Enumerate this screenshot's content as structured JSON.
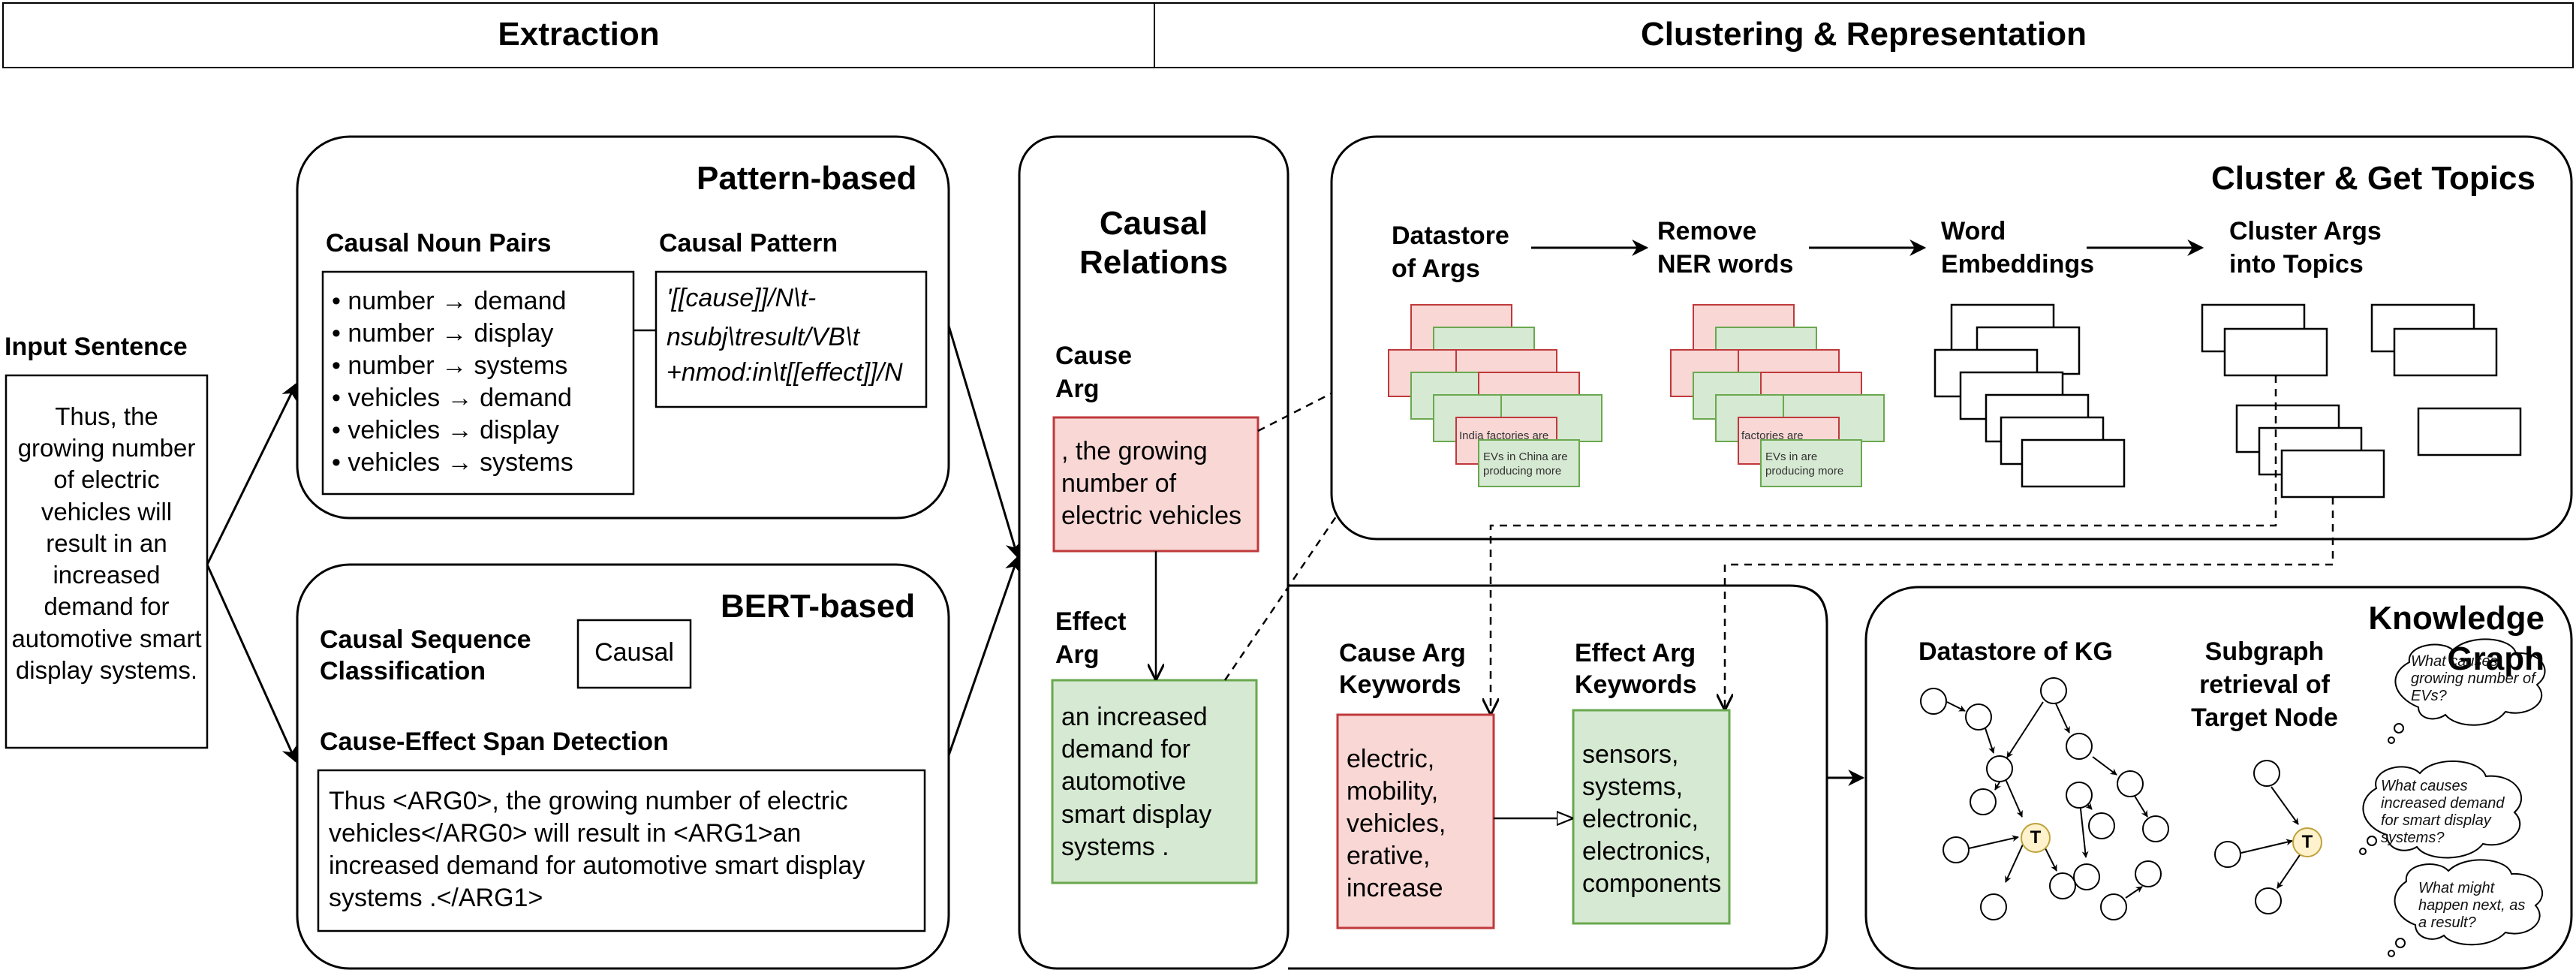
{
  "headers": {
    "extraction": "Extraction",
    "clustering": "Clustering & Representation"
  },
  "input": {
    "label": "Input Sentence",
    "text": "Thus, the growing number of electric vehicles will result in an increased demand for automotive smart display systems."
  },
  "pattern": {
    "title": "Pattern-based",
    "noun_pairs_label": "Causal Noun Pairs",
    "noun_pairs": [
      "• number → demand",
      "• number → display",
      "• number → systems",
      "• vehicles → demand",
      "• vehicles → display",
      "• vehicles → systems"
    ],
    "pattern_label": "Causal Pattern",
    "pattern_lines": [
      "'[[cause]]/N\\t-",
      "nsubj\\tresult/VB\\t",
      "+nmod:in\\t[[effect]]/N"
    ]
  },
  "bert": {
    "title": "BERT-based",
    "seq_label_1": "Causal Sequence",
    "seq_label_2": "Classification",
    "seq_value": "Causal",
    "span_label": "Cause-Effect Span Detection",
    "span_lines": [
      "Thus <ARG0>, the growing number of electric",
      "vehicles</ARG0> will result in <ARG1>an",
      "increased demand for automotive smart display",
      "systems .</ARG1>"
    ]
  },
  "relations": {
    "title_1": "Causal",
    "title_2": "Relations",
    "cause_label_1": "Cause",
    "cause_label_2": "Arg",
    "cause_text": ", the growing number of electric vehicles",
    "effect_label_1": "Effect",
    "effect_label_2": "Arg",
    "effect_text": "an increased demand for automotive smart display systems ."
  },
  "cluster": {
    "title": "Cluster & Get Topics",
    "steps": [
      {
        "line1": "Datastore",
        "line2": "of Args"
      },
      {
        "line1": "Remove",
        "line2": "NER words"
      },
      {
        "line1": "Word",
        "line2": "Embeddings"
      },
      {
        "line1": "Cluster Args",
        "line2": "into Topics"
      }
    ],
    "card_texts": {
      "red_a": "India factories are",
      "green_a": "EVs in China are producing more",
      "red_b": "factories are",
      "green_b": "EVs in are producing more"
    }
  },
  "keywords": {
    "cause_label_1": "Cause Arg",
    "cause_label_2": "Keywords",
    "cause_words": [
      "electric,",
      "mobility,",
      "vehicles,",
      "erative,",
      "increase"
    ],
    "effect_label_1": "Effect Arg",
    "effect_label_2": "Keywords",
    "effect_words": [
      "sensors,",
      "systems,",
      "electronic,",
      "electronics,",
      "components"
    ]
  },
  "kg": {
    "title_1": "Knowledge",
    "title_2": "Graph",
    "datastore_label": "Datastore of KG",
    "subgraph_1": "Subgraph",
    "subgraph_2": "retrieval of",
    "subgraph_3": "Target Node",
    "target_symbol": "T",
    "questions": [
      "What causes growing number of EVs?",
      "What causes increased demand for smart display systems?",
      "What might happen next, as a result?"
    ]
  },
  "colors": {
    "red_fill": "#f8d7d5",
    "red_stroke": "#c0393b",
    "green_fill": "#d6e9d2",
    "green_stroke": "#6aa84f",
    "target_fill": "#fff2cc",
    "target_stroke": "#bfa13b"
  }
}
